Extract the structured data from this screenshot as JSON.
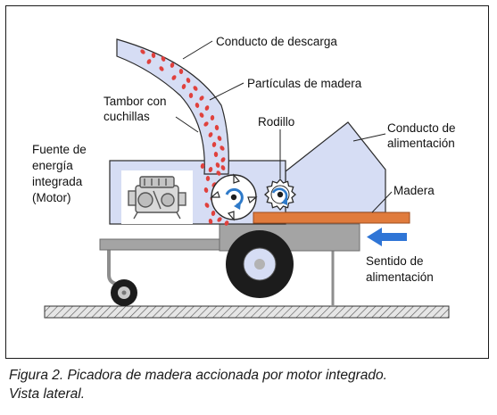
{
  "labels": {
    "conducto_descarga": "Conducto de descarga",
    "particulas": "Partículas de madera",
    "tambor_line1": "Tambor con",
    "tambor_line2": "cuchillas",
    "rodillo": "Rodillo",
    "conducto_alim_line1": "Conducto de",
    "conducto_alim_line2": "alimentación",
    "fuente_line1": "Fuente de",
    "fuente_line2": "energía",
    "fuente_line3": "integrada",
    "fuente_line4": "(Motor)",
    "madera": "Madera",
    "sentido_line1": "Sentido de",
    "sentido_line2": "alimentación"
  },
  "caption": {
    "line1": "Figura 2. Picadora de madera accionada por motor integrado.",
    "line2": "Vista lateral."
  },
  "colors": {
    "machine_fill": "#d6ddf4",
    "chassis": "#a4a4a4",
    "particles": "#e0413d",
    "wood": "#e07b3c",
    "arrow": "#2f75d6",
    "rotation_arrow": "#2e7ac9",
    "wheel": "#1c1c1c"
  },
  "icons": [
    "engine-icon",
    "rotation-arrow-icon",
    "feed-direction-arrow-icon"
  ]
}
